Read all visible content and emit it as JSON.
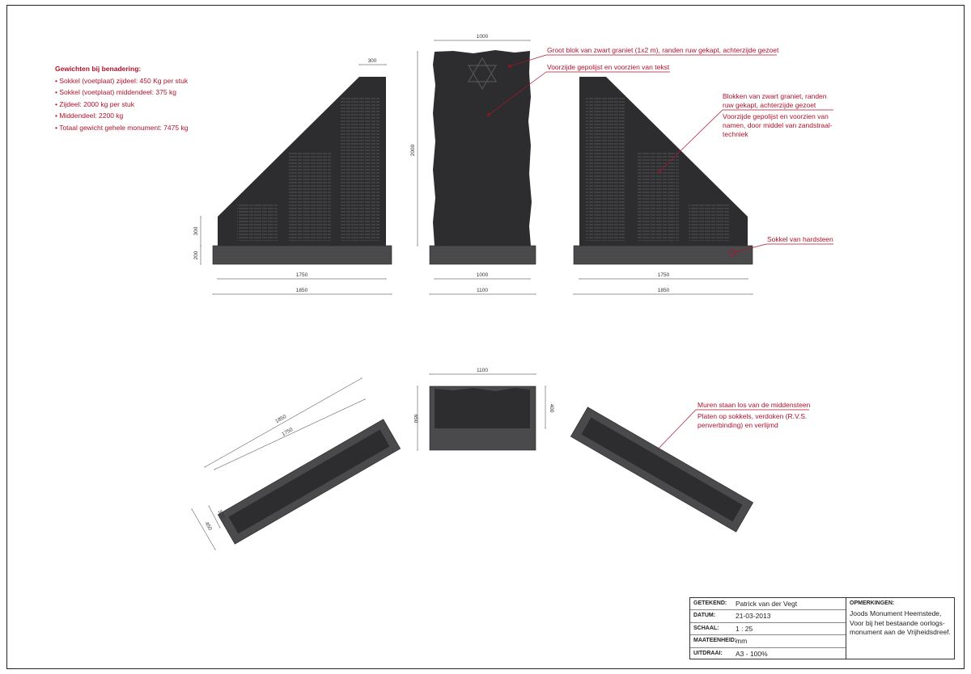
{
  "weights": {
    "title": "Gewichten bij benadering:",
    "items": [
      "Sokkel (voetplaat) zijdeel: 450 Kg per stuk",
      "Sokkel (voetplaat) middendeel: 375 kg",
      "Zijdeel:  2000 kg per stuk",
      "Middendeel: 2200 kg",
      "Totaal gewicht gehele monument: 7475 kg"
    ]
  },
  "notes": {
    "big_block": "Groot blok van zwart graniet (1x2 m), randen ruw gekapt, achterzijde gezoet",
    "front_text": "Voorzijde gepolijst en voorzien van tekst",
    "blocks_line1": "Blokken van zwart graniet, randen",
    "blocks_line2": "ruw gekapt, achterzijde gezoet",
    "names_line1": "Voorzijde gepolijst en voorzien van",
    "names_line2": "namen, door middel van zandstraal-",
    "names_line3": "techniek",
    "socle": "Sokkel van hardsteen",
    "walls": "Muren staan los van de middensteen",
    "plates_line1": "Platen op sokkels, verdoken (R.V.S.",
    "plates_line2": "penverbinding) en verlijmd"
  },
  "dimensions": {
    "d300_top": "300",
    "d1000_top": "1000",
    "d2000": "2000",
    "d300_side": "300",
    "d200_side": "200",
    "d1750_left": "1750",
    "d1850_left": "1850",
    "d1000_bottom": "1000",
    "d1100_bottom": "1100",
    "d1750_right": "1750",
    "d1850_right": "1850",
    "plan_1100": "1100",
    "plan_650": "650",
    "plan_400": "400",
    "plan_1850": "1850",
    "plan_1750": "1750",
    "plan_300": "300",
    "plan_450": "450"
  },
  "titleblock": {
    "getekend_label": "GETEKEND:",
    "getekend_value": "Patrick van der Vegt",
    "datum_label": "DATUM:",
    "datum_value": "21-03-2013",
    "schaal_label": "SCHAAL:",
    "schaal_value": "1 : 25",
    "maat_label": "MAATEENHEID:",
    "maat_value": "mm",
    "uitdraai_label": "UITDRAAI:",
    "uitdraai_value": "A3 - 100%",
    "opm_label": "OPMERKINGEN:",
    "opm_value": "Joods Monument Heemstede, Voor bij het bestaande oorlogs-monument aan de Vrijheidsdreef."
  },
  "colors": {
    "granite": "#2d2d2f",
    "base": "#4a4a4c",
    "annotation": "#b0122b",
    "line": "#333333"
  }
}
